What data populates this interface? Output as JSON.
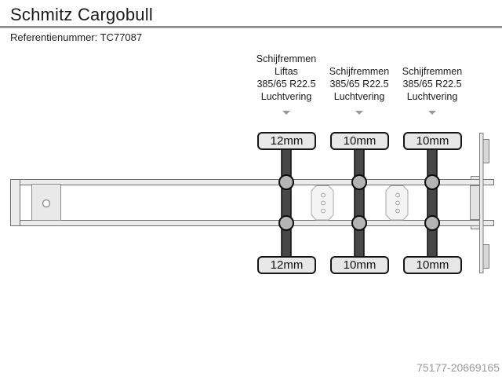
{
  "header": {
    "title": "Schmitz Cargobull",
    "reference": "Referentienummer: TC77087"
  },
  "axles": [
    {
      "brakes": "Schijfremmen",
      "lift_axle": "Liftas",
      "tyre_size": "385/65 R22.5",
      "suspension": "Luchtvering",
      "tread_top": "12mm",
      "tread_bottom": "12mm"
    },
    {
      "brakes": "Schijfremmen",
      "tyre_size": "385/65 R22.5",
      "suspension": "Luchtvering",
      "tread_top": "10mm",
      "tread_bottom": "10mm"
    },
    {
      "brakes": "Schijfremmen",
      "tyre_size": "385/65 R22.5",
      "suspension": "Luchtvering",
      "tread_top": "10mm",
      "tread_bottom": "10mm"
    }
  ],
  "footer": {
    "listing_id": "75177-20669165"
  },
  "colors": {
    "chassis_fill": "#ececec",
    "chassis_stroke": "#6e6e6e",
    "axle_bar": "#474747",
    "hub": "#b4b4b4",
    "crossmember_fill": "#f3f3f3",
    "label_box_fill": "#e7e7e7",
    "arrow": "#999999",
    "watermark": "#9a9a9a"
  }
}
